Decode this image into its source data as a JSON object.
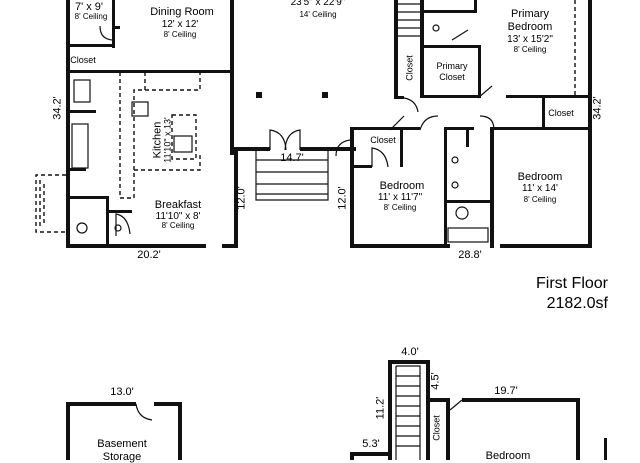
{
  "rooms": {
    "room_top_left": {
      "dim": "7' x 9'",
      "ceiling": "8' Ceiling"
    },
    "dining": {
      "name": "Dining Room",
      "dim": "12' x 12'",
      "ceiling": "8' Ceiling"
    },
    "great": {
      "dim": "23'5\" x 22'9\"",
      "ceiling": "14' Ceiling"
    },
    "primary_bedroom": {
      "name": "Primary\nBedroom",
      "name1": "Primary",
      "name2": "Bedroom",
      "dim": "13' x 15'2\"",
      "ceiling": "8' Ceiling"
    },
    "kitchen": {
      "name": "Kitchen",
      "dim": "11'10\" x 13'"
    },
    "breakfast": {
      "name": "Breakfast",
      "dim": "11'10\" x 8'",
      "ceiling": "8' Ceiling"
    },
    "bedroom_center": {
      "name": "Bedroom",
      "dim": "11' x 11'7\"",
      "ceiling": "8' Ceiling"
    },
    "bedroom_right": {
      "name": "Bedroom",
      "dim": "11' x 14'",
      "ceiling": "8' Ceiling"
    },
    "basement_storage": {
      "name1": "Basement",
      "name2": "Storage"
    },
    "bedroom_lower": {
      "name": "Bedroom"
    }
  },
  "labels": {
    "closet_left": "Closet",
    "closet_vertical": "Closet",
    "primary_closet1": "Primary",
    "primary_closet2": "Closet",
    "closet_mid": "Closet",
    "closet_right": "Closet",
    "closet_lower": "Closet"
  },
  "dimensions": {
    "left_height": "34.2'",
    "right_height": "34.2'",
    "hall_width": "14.7'",
    "hall_left": "12.0'",
    "hall_right": "12.0'",
    "bottom_left": "20.2'",
    "bottom_right": "28.8'",
    "lower_top": "4.0'",
    "lower_side": "4.5'",
    "lower_stairs": "11.2'",
    "lower_right": "19.7'",
    "lower_small": "5.3'",
    "basement_width": "13.0'"
  },
  "floor": {
    "name": "First Floor",
    "area": "2182.0sf"
  }
}
